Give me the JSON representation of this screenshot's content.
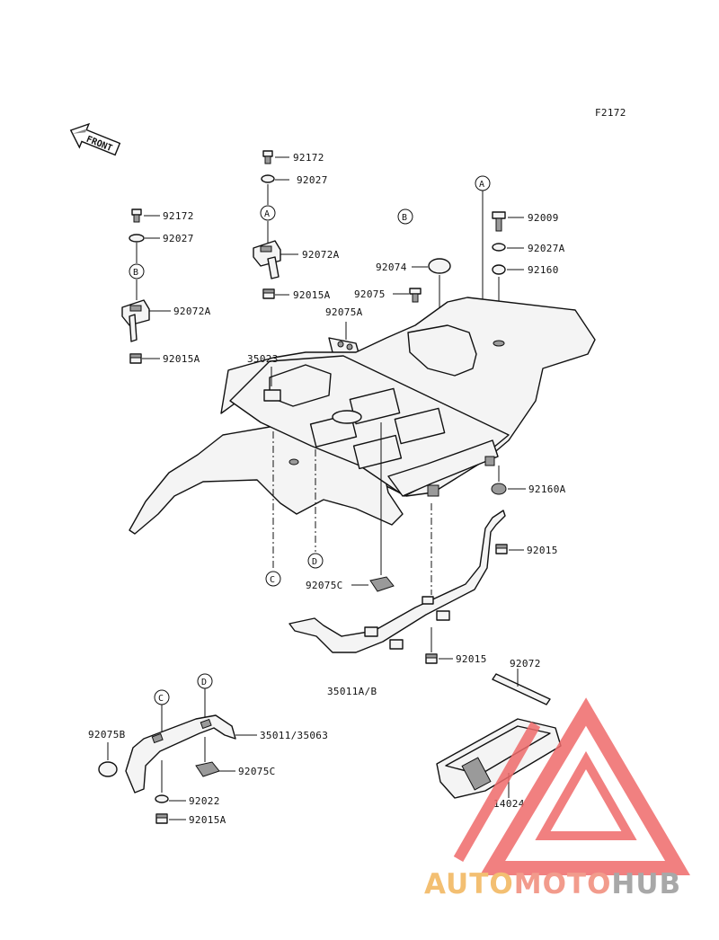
{
  "figure_code": "F2172",
  "front_label": "FRONT",
  "callouts": [
    "A",
    "B",
    "C",
    "D"
  ],
  "parts": {
    "p92172_a": "92172",
    "p92027_a": "92027",
    "p92072A_a": "92072A",
    "p92015A_a": "92015A",
    "p92172_b": "92172",
    "p92027_b": "92027",
    "p92072A_b": "92072A",
    "p92015A_b": "92015A",
    "p92074": "92074",
    "p92075": "92075",
    "p92075A": "92075A",
    "p35023": "35023",
    "p92009": "92009",
    "p92027A": "92027A",
    "p92160": "92160",
    "p92160A": "92160A",
    "p92015_a": "92015",
    "p92075C_a": "92075C",
    "p92015_b": "92015",
    "p35011AB": "35011A/B",
    "p92072": "92072",
    "p35011_35063": "35011/35063",
    "p92075B": "92075B",
    "p92075C_b": "92075C",
    "p92022": "92022",
    "p92015A_c": "92015A",
    "p14024": "14024"
  },
  "watermark": {
    "part1": "AUTO",
    "part2": "MOTO",
    "part3": "HUB",
    "colors": {
      "part1": "#f2b45a",
      "part2": "#f08a78",
      "part3": "#9a9a9a",
      "logo": "#ef6b6b"
    }
  }
}
